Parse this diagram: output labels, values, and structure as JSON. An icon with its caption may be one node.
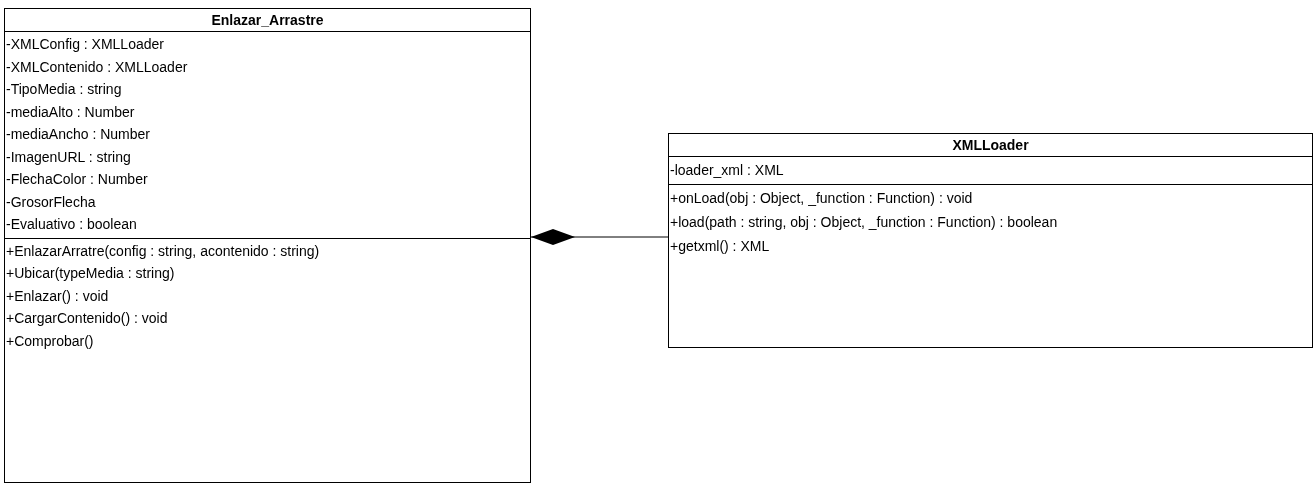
{
  "diagram": {
    "nodes": [
      {
        "text": [
          "Enlazar_Arrastre",
          "-XMLConfig : XMLLoader",
          "-XMLContenido : XMLLoader",
          "-TipoMedia : string",
          "-mediaAlto : Number",
          "-mediaAncho : Number",
          "-ImagenURL : string",
          "-FlechaColor : Number",
          "-GrosorFlecha",
          "-Evaluativo : boolean",
          "+EnlazarArratre(config : string, acontenido : string)",
          "+Ubicar(typeMedia : string)",
          "+Enlazar() : void",
          "+CargarContenido() : void",
          "+Comprobar()"
        ]
      },
      {
        "text": [
          "XMLLoader",
          "-loader_xml : XML",
          "+onLoad(obj : Object, _function : Function) : void",
          "+load(path : string, obj : Object, _function : Function) : boolean",
          "+getxml() : XML"
        ]
      }
    ],
    "edges": [
      {
        "from": 0,
        "to": 1,
        "arrow": "other"
      }
    ]
  }
}
